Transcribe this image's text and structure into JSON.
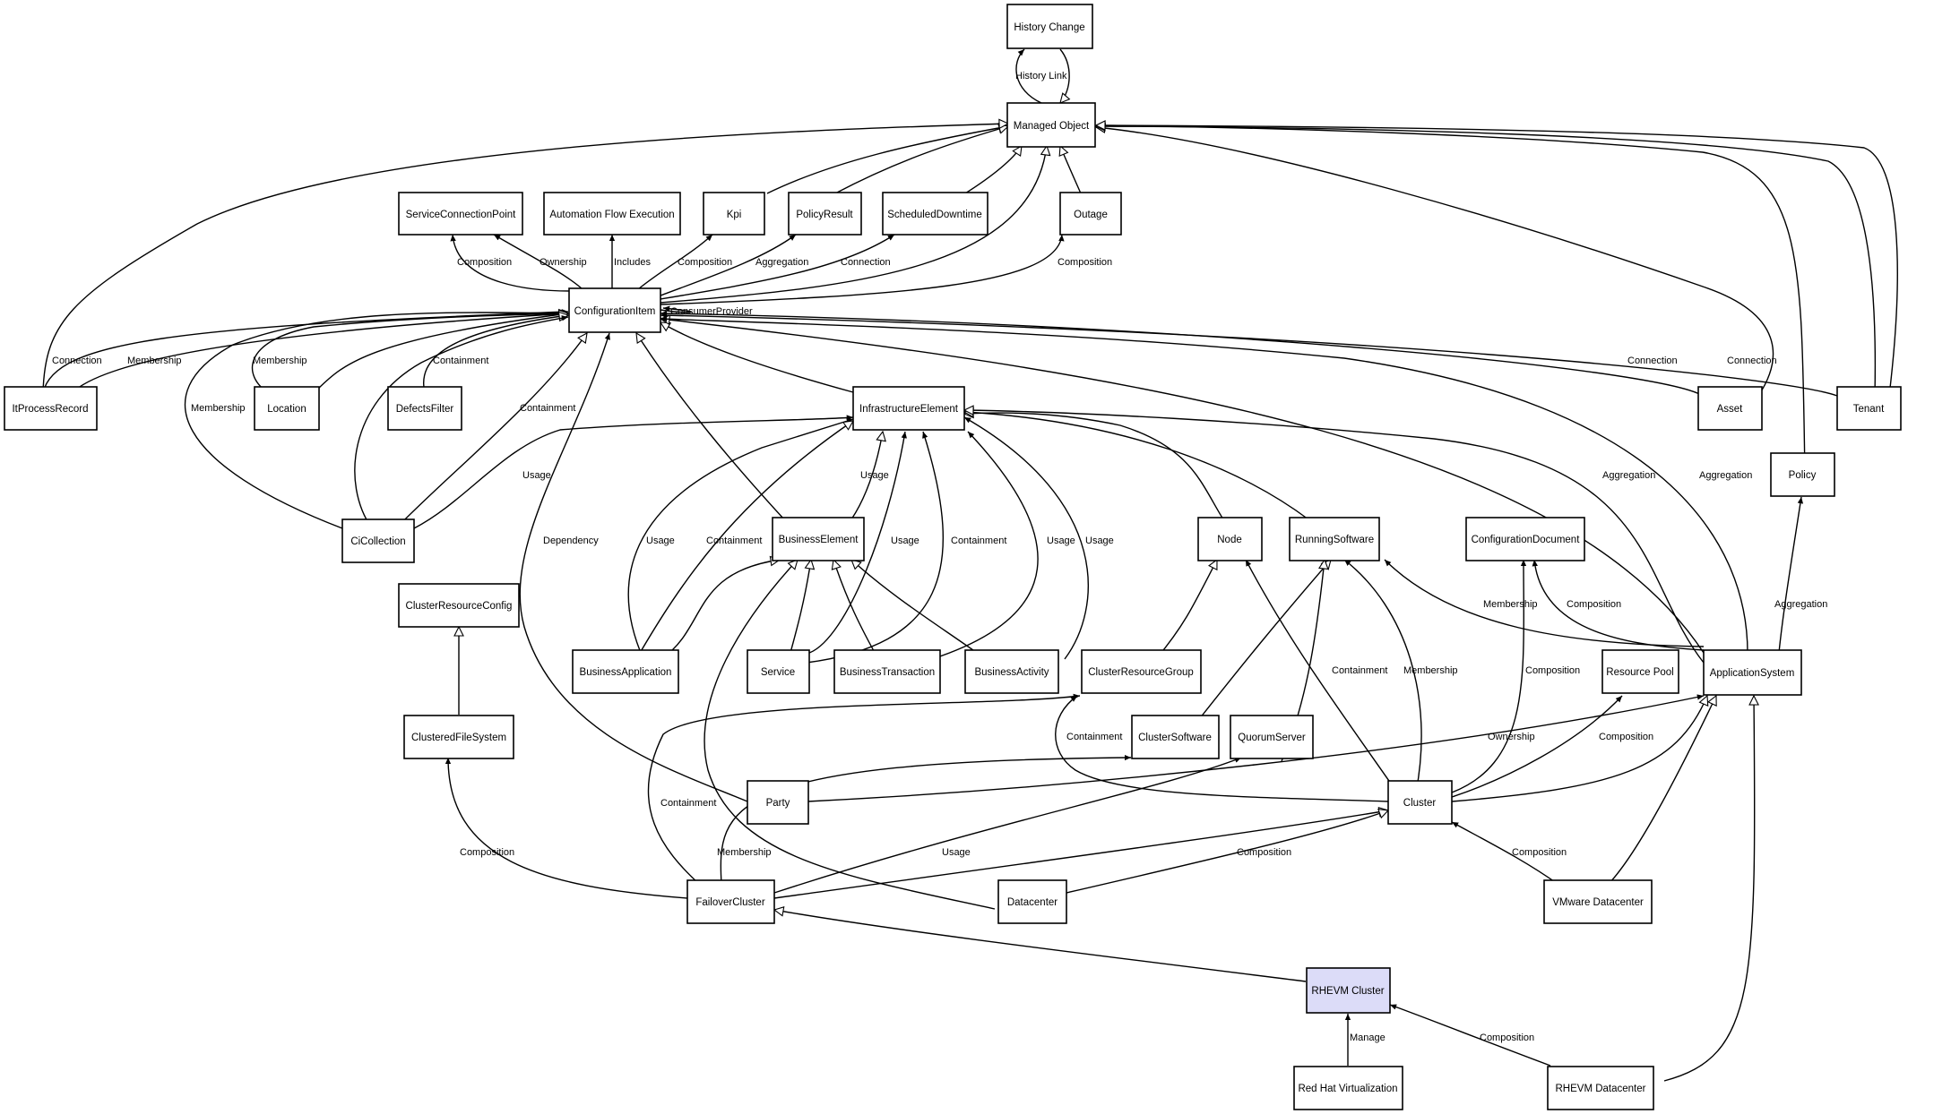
{
  "nodes": {
    "history": "History Change",
    "managed": "Managed Object",
    "scp": "ServiceConnectionPoint",
    "afe": "Automation Flow Execution",
    "kpi": "Kpi",
    "policyresult": "PolicyResult",
    "scheduled": "ScheduledDowntime",
    "outage": "Outage",
    "ci": "ConfigurationItem",
    "itprocess": "ItProcessRecord",
    "location": "Location",
    "defects": "DefectsFilter",
    "infra": "InfrastructureElement",
    "asset": "Asset",
    "tenant": "Tenant",
    "policy": "Policy",
    "cicollection": "CiCollection",
    "businesselement": "BusinessElement",
    "node": "Node",
    "runningsoftware": "RunningSoftware",
    "configdoc": "ConfigurationDocument",
    "crconfig": "ClusterResourceConfig",
    "businessapp": "BusinessApplication",
    "service": "Service",
    "businesstx": "BusinessTransaction",
    "businessactivity": "BusinessActivity",
    "crgroup": "ClusterResourceGroup",
    "resourcepool": "Resource Pool",
    "appsystem": "ApplicationSystem",
    "cfs": "ClusteredFileSystem",
    "clustersoftware": "ClusterSoftware",
    "quorum": "QuorumServer",
    "party": "Party",
    "cluster": "Cluster",
    "failover": "FailoverCluster",
    "datacenter": "Datacenter",
    "vmware": "VMware Datacenter",
    "rhevmcluster": "RHEVM Cluster",
    "redhat": "Red Hat Virtualization",
    "rhevmdc": "RHEVM Datacenter"
  },
  "edge_labels": {
    "history_link": "History Link",
    "composition": "Composition",
    "ownership": "Ownership",
    "includes": "Includes",
    "aggregation": "Aggregation",
    "connection": "Connection",
    "membership": "Membership",
    "containment": "Containment",
    "usage": "Usage",
    "dependency": "Dependency",
    "consumer_provider": "ConsumerProvider",
    "manage": "Manage"
  },
  "colors": {
    "highlight_fill": "#dcdcf8",
    "line": "#000000"
  }
}
